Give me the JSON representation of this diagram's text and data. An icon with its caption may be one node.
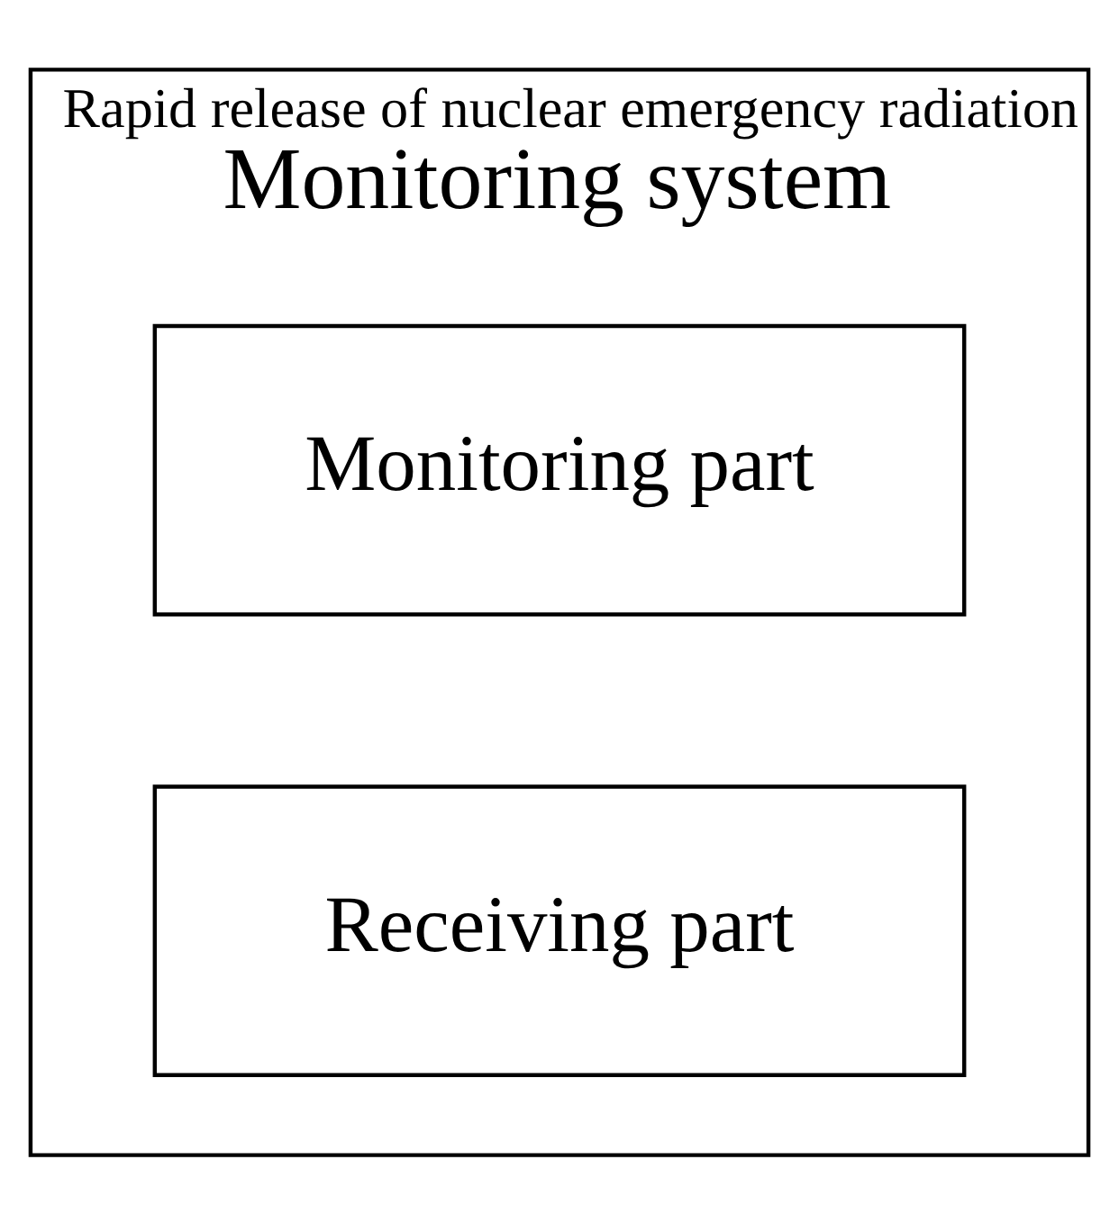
{
  "diagram": {
    "nodes": [
      {
        "text": [
          "Rapid release of nuclear emergency radiation",
          "Monitoring system"
        ]
      },
      {
        "text": [
          "Monitoring part"
        ],
        "in": 0
      },
      {
        "text": [
          "Receiving part"
        ],
        "in": 0
      }
    ]
  }
}
